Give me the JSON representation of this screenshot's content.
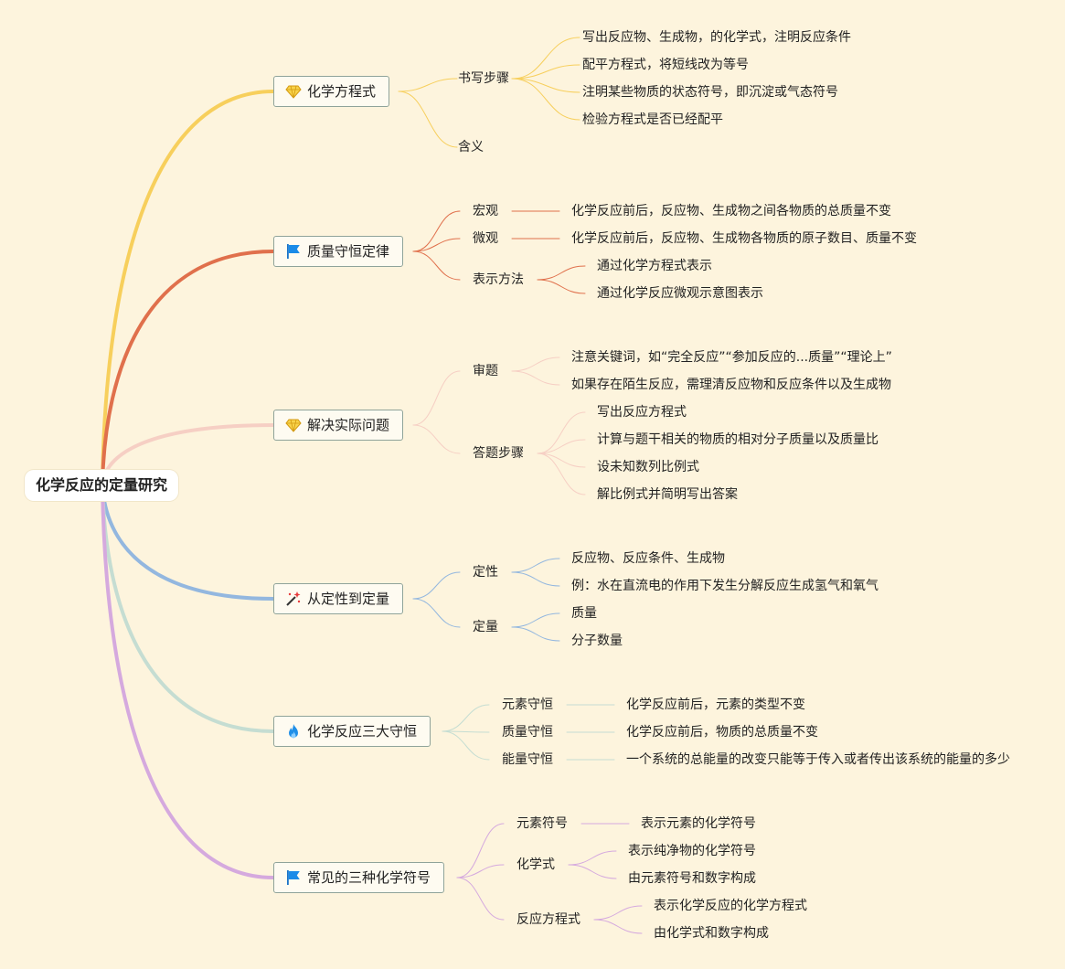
{
  "root": {
    "label": "化学反应的定量研究"
  },
  "colors": {
    "background": "#fdf4dd",
    "branch_equation": "#f7cf5c",
    "branch_mass": "#e0704c",
    "branch_problem": "#f6cfc4",
    "branch_qualitative": "#93b7df",
    "branch_conservation": "#c5ddd2",
    "branch_symbols": "#d5a9de"
  },
  "topics": [
    {
      "label": "化学方程式",
      "icon": "gem-icon",
      "children": [
        {
          "label": "书写步骤",
          "children": [
            "写出反应物、生成物，的化学式，注明反应条件",
            "配平方程式，将短线改为等号",
            "注明某些物质的状态符号，即沉淀或气态符号",
            "检验方程式是否已经配平"
          ]
        },
        {
          "label": "含义",
          "children": []
        }
      ]
    },
    {
      "label": "质量守恒定律",
      "icon": "flag-icon",
      "children": [
        {
          "label": "宏观",
          "children": [
            "化学反应前后，反应物、生成物之间各物质的总质量不变"
          ]
        },
        {
          "label": "微观",
          "children": [
            "化学反应前后，反应物、生成物各物质的原子数目、质量不变"
          ]
        },
        {
          "label": "表示方法",
          "children": [
            "通过化学方程式表示",
            "通过化学反应微观示意图表示"
          ]
        }
      ]
    },
    {
      "label": "解决实际问题",
      "icon": "gem-icon",
      "children": [
        {
          "label": "审题",
          "children": [
            "注意关键词，如“完全反应”“参加反应的...质量”“理论上”",
            "如果存在陌生反应，需理清反应物和反应条件以及生成物"
          ]
        },
        {
          "label": "答题步骤",
          "children": [
            "写出反应方程式",
            "计算与题干相关的物质的相对分子质量以及质量比",
            "设未知数列比例式",
            "解比例式并简明写出答案"
          ]
        }
      ]
    },
    {
      "label": "从定性到定量",
      "icon": "magic-wand-icon",
      "children": [
        {
          "label": "定性",
          "children": [
            "反应物、反应条件、生成物",
            "例：水在直流电的作用下发生分解反应生成氢气和氧气"
          ]
        },
        {
          "label": "定量",
          "children": [
            "质量",
            "分子数量"
          ]
        }
      ]
    },
    {
      "label": "化学反应三大守恒",
      "icon": "fire-icon",
      "children": [
        {
          "label": "元素守恒",
          "children": [
            "化学反应前后，元素的类型不变"
          ]
        },
        {
          "label": "质量守恒",
          "children": [
            "化学反应前后，物质的总质量不变"
          ]
        },
        {
          "label": "能量守恒",
          "children": [
            "一个系统的总能量的改变只能等于传入或者传出该系统的能量的多少"
          ]
        }
      ]
    },
    {
      "label": "常见的三种化学符号",
      "icon": "flag-icon",
      "children": [
        {
          "label": "元素符号",
          "children": [
            "表示元素的化学符号"
          ]
        },
        {
          "label": "化学式",
          "children": [
            "表示纯净物的化学符号",
            "由元素符号和数字构成"
          ]
        },
        {
          "label": "反应方程式",
          "children": [
            "表示化学反应的化学方程式",
            "由化学式和数字构成"
          ]
        }
      ]
    }
  ]
}
